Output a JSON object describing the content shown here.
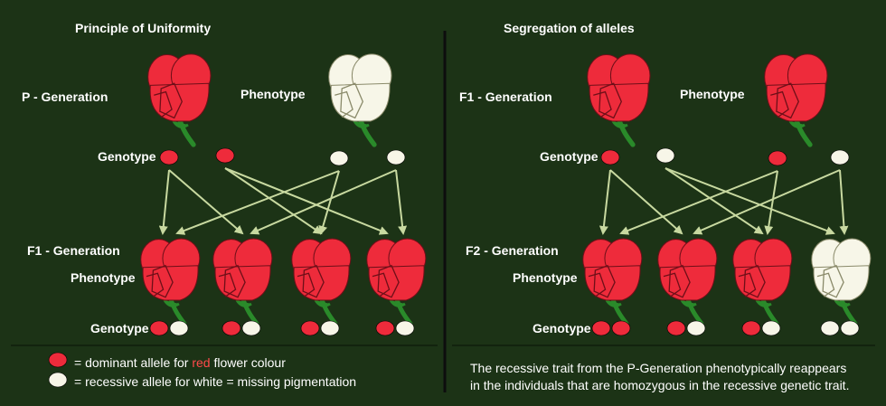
{
  "colors": {
    "background": "#1c3316",
    "red_flower": "#ee2b3b",
    "white_flower": "#f7f6e8",
    "arrow": "#c8d9a0",
    "stem": "#2a8a2a",
    "divider": "#0d0d0d"
  },
  "left_panel": {
    "title": "Principle of Uniformity",
    "p_generation_label": "P - Generation",
    "phenotype_label": "Phenotype",
    "genotype_label": "Genotype",
    "f1_generation_label": "F1 - Generation",
    "f1_phenotype_label": "Phenotype",
    "f1_genotype_label": "Genotype",
    "parents": [
      "red",
      "white"
    ],
    "parent_alleles": [
      "red",
      "red",
      "white",
      "white"
    ],
    "offspring": [
      {
        "flower": "red",
        "alleles": [
          "red",
          "white"
        ]
      },
      {
        "flower": "red",
        "alleles": [
          "red",
          "white"
        ]
      },
      {
        "flower": "red",
        "alleles": [
          "red",
          "white"
        ]
      },
      {
        "flower": "red",
        "alleles": [
          "red",
          "white"
        ]
      }
    ]
  },
  "right_panel": {
    "title": "Segregation of alleles",
    "f1_generation_label": "F1 - Generation",
    "phenotype_label": "Phenotype",
    "genotype_label": "Genotype",
    "f2_generation_label": "F2 - Generation",
    "f2_phenotype_label": "Phenotype",
    "f2_genotype_label": "Genotype",
    "parents": [
      "red",
      "red"
    ],
    "parent_alleles": [
      "red",
      "white",
      "red",
      "white"
    ],
    "offspring": [
      {
        "flower": "red",
        "alleles": [
          "red",
          "red"
        ]
      },
      {
        "flower": "red",
        "alleles": [
          "red",
          "white"
        ]
      },
      {
        "flower": "red",
        "alleles": [
          "red",
          "white"
        ]
      },
      {
        "flower": "white",
        "alleles": [
          "white",
          "white"
        ]
      }
    ]
  },
  "legend": {
    "dominant_prefix": "= dominant allele for",
    "dominant_word": "red",
    "dominant_suffix": "flower colour",
    "recessive_prefix": "= recessive allele for",
    "recessive_word": "white",
    "recessive_suffix": "= missing pigmentation"
  },
  "note": {
    "line1": "The recessive trait from the P-Generation phenotypically reappears",
    "line2": "in the individuals that are homozygous in the recessive genetic trait."
  }
}
